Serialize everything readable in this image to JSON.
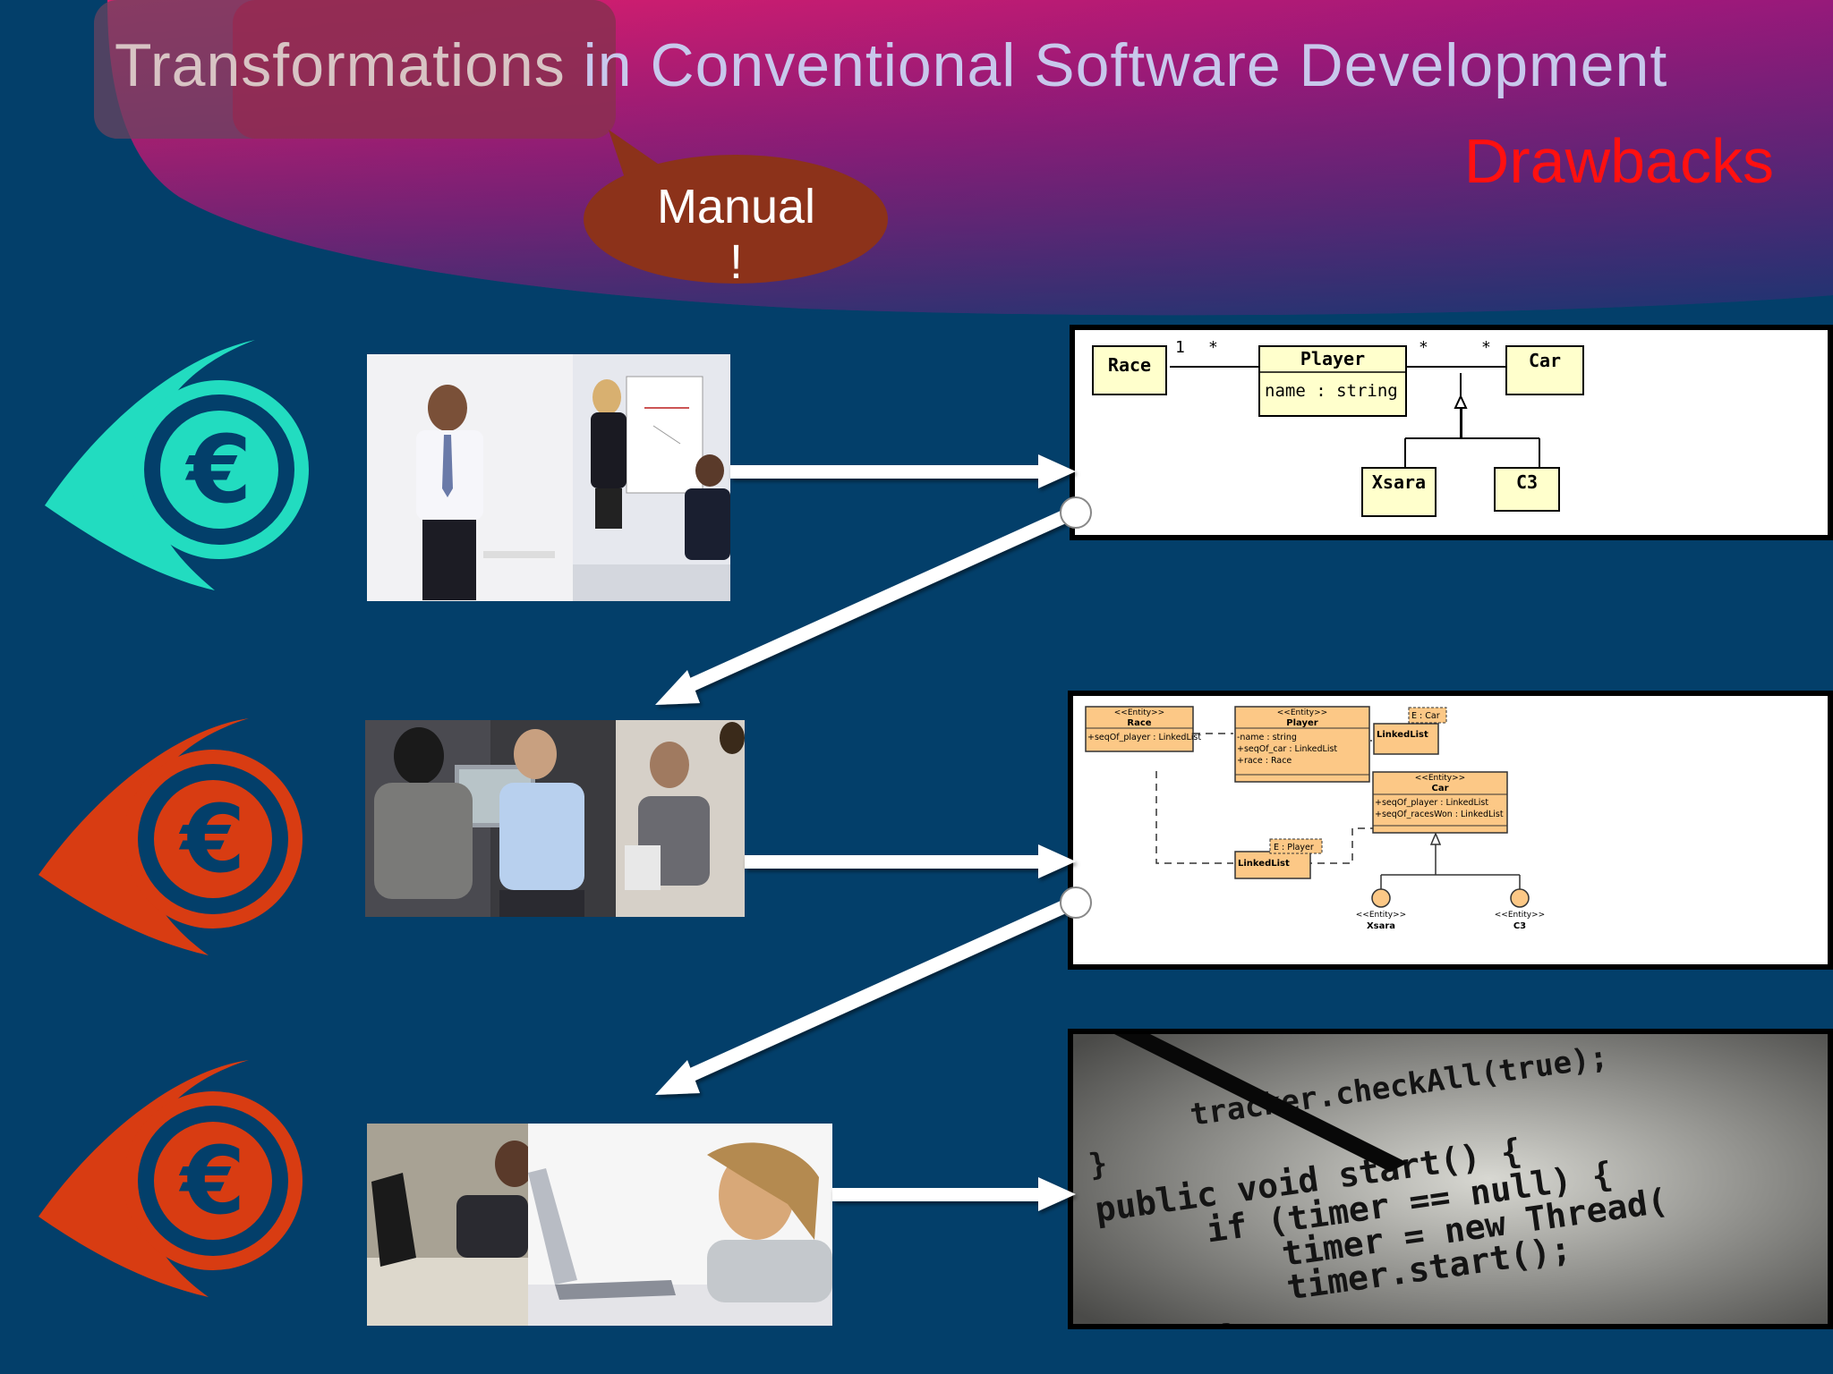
{
  "slide": {
    "title_first": "Transformations",
    "title_rest": "in Conventional Software Development",
    "subtitle": "Drawbacks",
    "bubble": [
      "Manual",
      "!"
    ]
  },
  "colors": {
    "background": "#033f6a",
    "header_gradient": [
      "#c21a6a",
      "#3a2a7a"
    ],
    "coin_teal": "#22dcc0",
    "coin_red": "#d83c12",
    "subtitle": "#ff1010",
    "bubble": "#8c321a"
  },
  "icons": [
    "euro-coin-icon",
    "euro-coin-icon",
    "euro-coin-icon"
  ],
  "diagram1": {
    "classes": [
      {
        "name": "Race"
      },
      {
        "name": "Player",
        "attr": "name : string"
      },
      {
        "name": "Car"
      },
      {
        "name": "Xsara"
      },
      {
        "name": "C3"
      }
    ],
    "multiplicities": [
      "1",
      "*",
      "*",
      "*"
    ]
  },
  "diagram2": {
    "stereotype": "<<Entity>>",
    "race": {
      "name": "Race",
      "attrs": [
        "+seqOf_player : LinkedList"
      ]
    },
    "player": {
      "name": "Player",
      "attrs": [
        "-name : string",
        "+seqOf_car : LinkedList",
        "+race : Race"
      ]
    },
    "car": {
      "name": "Car",
      "attrs": [
        "+seqOf_player : LinkedList",
        "+seqOf_racesWon : LinkedList"
      ]
    },
    "linked_car": {
      "tag": "E : Car",
      "name": "LinkedList"
    },
    "linked_player": {
      "tag": "E : Player",
      "name": "LinkedList"
    },
    "xsara": "Xsara",
    "c3": "C3"
  },
  "code": {
    "lines": [
      "tracker.checkAll(true);",
      "}",
      "public void start() {",
      "if (timer == null) {",
      "timer = new Thread(",
      "timer.start();",
      "}"
    ]
  }
}
